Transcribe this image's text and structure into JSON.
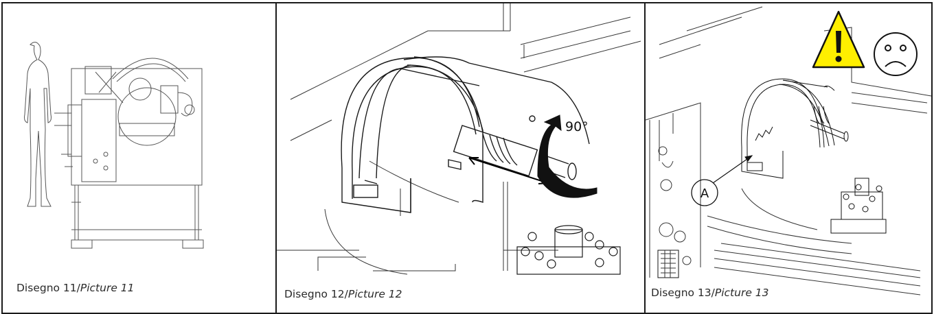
{
  "panels": [
    {
      "id": "picture-11",
      "caption_it": "Disegno 11/",
      "caption_en": "Picture 11"
    },
    {
      "id": "picture-12",
      "caption_it": "Disegno 12/",
      "caption_en": "Picture 12",
      "rotation_label": "90°"
    },
    {
      "id": "picture-13",
      "caption_it": "Disegno 13/",
      "caption_en": "Picture 13",
      "callout_label": "A",
      "warning_icon": "warning-triangle-icon",
      "face_icon": "sad-face-icon"
    }
  ]
}
